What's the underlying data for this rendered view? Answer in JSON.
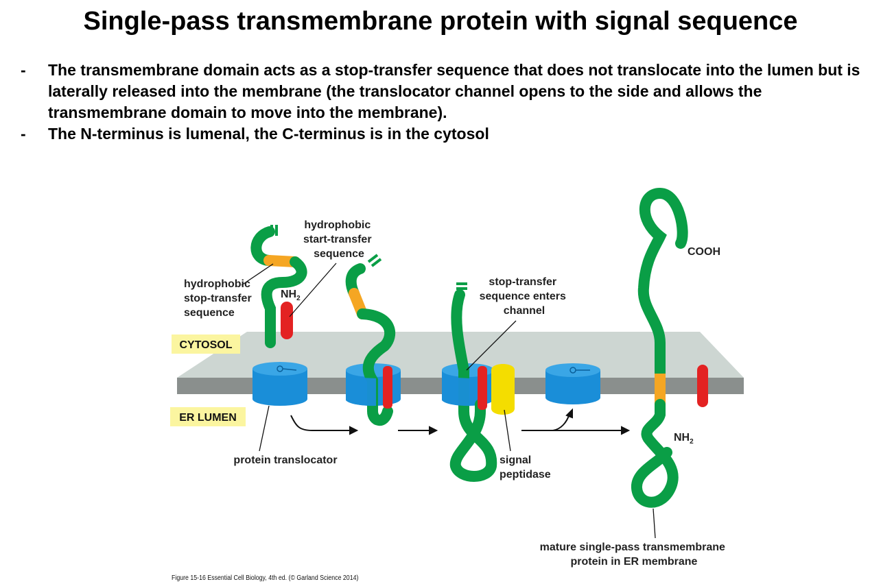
{
  "title": "Single-pass transmembrane protein with signal sequence",
  "bullets": [
    {
      "dash": "-",
      "text": "The transmembrane domain acts as a stop-transfer sequence that does not translocate into the lumen but is laterally released into the membrane (the translocator channel opens to the side and allows the transmembrane domain to move into the membrane)."
    },
    {
      "dash": "-",
      "text": "The N-terminus is lumenal, the C-terminus is in the cytosol"
    }
  ],
  "figure": {
    "compartments": {
      "cytosol": "CYTOSOL",
      "er_lumen": "ER LUMEN"
    },
    "labels": {
      "stop_transfer": [
        "hydrophobic",
        "stop-transfer",
        "sequence"
      ],
      "start_transfer": [
        "hydrophobic",
        "start-transfer",
        "sequence"
      ],
      "enters_channel": [
        "stop-transfer",
        "sequence enters",
        "channel"
      ],
      "translocator": "protein translocator",
      "peptidase": [
        "signal",
        "peptidase"
      ],
      "mature": [
        "mature single-pass transmembrane",
        "protein in ER membrane"
      ]
    },
    "terminals": {
      "nh2_1": {
        "main": "NH",
        "sub": "2"
      },
      "cooh": "COOH",
      "nh2_2": {
        "main": "NH",
        "sub": "2"
      }
    },
    "credit": "Figure 15-16  Essential Cell Biology, 4th ed. (© Garland Science 2014)",
    "colors": {
      "chain": "#0a9e46",
      "start_seq": "#f5a623",
      "signal": "#e32222",
      "translocator": "#1a8ed8",
      "peptidase": "#f4dd00",
      "membrane_top": "#cdd6d2",
      "membrane_edge": "#8a8f8d",
      "label_bg": "#fbf5a0"
    }
  }
}
